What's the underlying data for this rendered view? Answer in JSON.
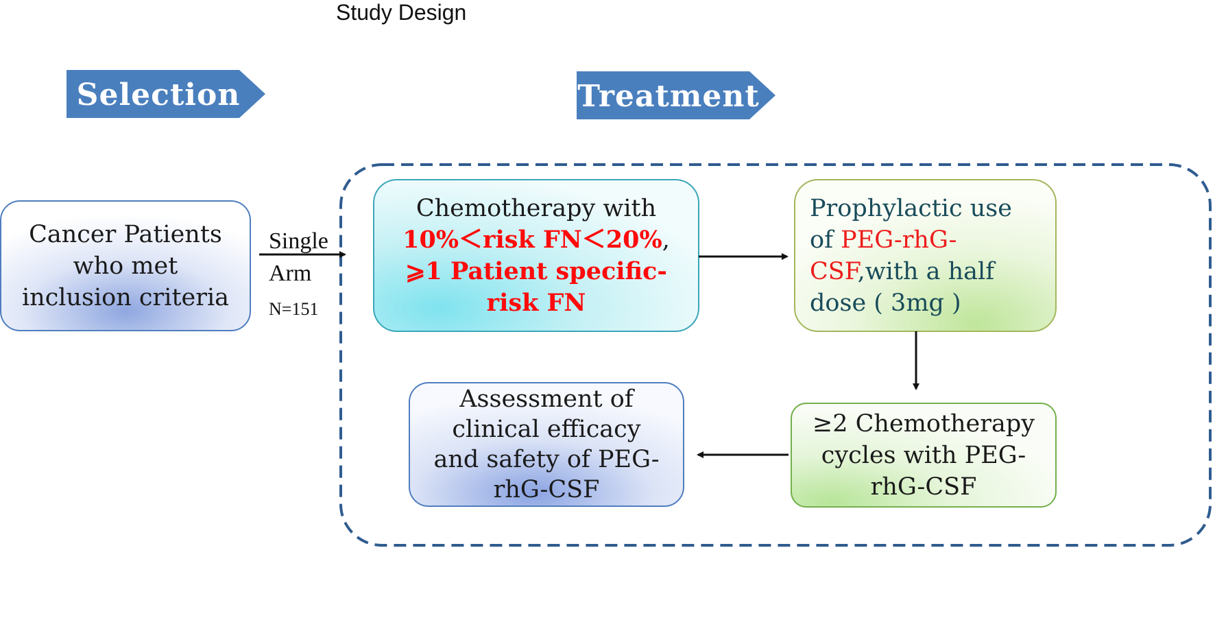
{
  "title": "Study Design",
  "headers": {
    "selection": "Selection",
    "treatment": "Treatment"
  },
  "boxes": {
    "patients": {
      "lines": [
        "Cancer Patients",
        "who met",
        "inclusion criteria"
      ]
    },
    "chemo": {
      "line1": "Chemotherapy with",
      "line2_red": "10%＜risk FN＜20%",
      "line2_tail": ",",
      "line3_red": "⩾1 Patient specific-",
      "line4_red": "risk FN"
    },
    "prophylactic": {
      "line1": "Prophylactic use",
      "line2_a": "of ",
      "line2_red": "PEG-rhG-",
      "line3_red": "CSF",
      "line3_tail": ",with a half",
      "line4": "dose ( 3mg )"
    },
    "cycles": {
      "lines": [
        "≥2 Chemotherapy",
        "cycles with PEG-",
        "rhG-CSF"
      ]
    },
    "assessment": {
      "lines": [
        "Assessment of",
        "clinical efficacy",
        "and safety of PEG-",
        "rhG-CSF"
      ]
    }
  },
  "arm": {
    "line1": "Single",
    "line2": "Arm",
    "n": "N=151"
  },
  "colors": {
    "header_fill": "#4a7fbe",
    "dashed_border": "#2f5c8f",
    "red_text": "#ff0a0a",
    "teal_text": "#184b5a"
  }
}
